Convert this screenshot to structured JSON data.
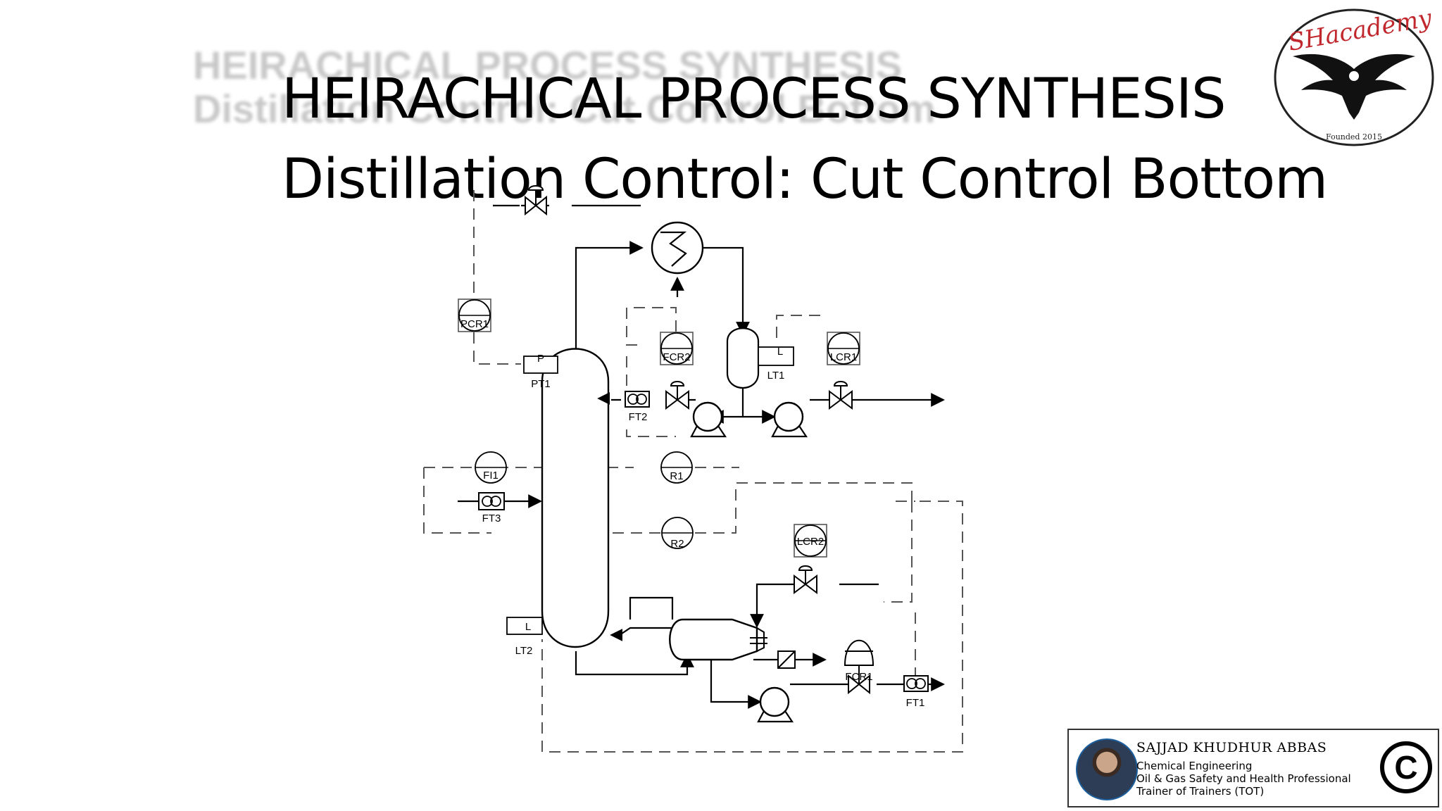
{
  "slide": {
    "ghost_title_line1": "HEIRACHICAL PROCESS SYNTHESIS",
    "ghost_title_line2": "Distillation Control: Cut Control Bottom",
    "title_line1": "HEIRACHICAL PROCESS SYNTHESIS",
    "title_line2": "Distillation Control: Cut Control Bottom"
  },
  "logo": {
    "brand": "SHacademy",
    "founded": "Founded 2015"
  },
  "instruments": {
    "pcr1": "PCR1",
    "pt1": "PT1",
    "p": "P",
    "fcr2": "FCR2",
    "lt1": "LT1",
    "l_top": "L",
    "lcr1": "LCR1",
    "ft2": "FT2",
    "fi1": "FI1",
    "ft3": "FT3",
    "r1": "R1",
    "r2": "R2",
    "lcr2": "LCR2",
    "lt2": "LT2",
    "l_bottom": "L",
    "fcr1": "FCR1",
    "ft1": "FT1"
  },
  "credit": {
    "name": "SAJJAD KHUDHUR ABBAS",
    "line1": "Chemical Engineering",
    "line2": "Oil & Gas Safety and Health Professional",
    "line3": "Trainer of Trainers (TOT)",
    "copyright_symbol": "©"
  }
}
